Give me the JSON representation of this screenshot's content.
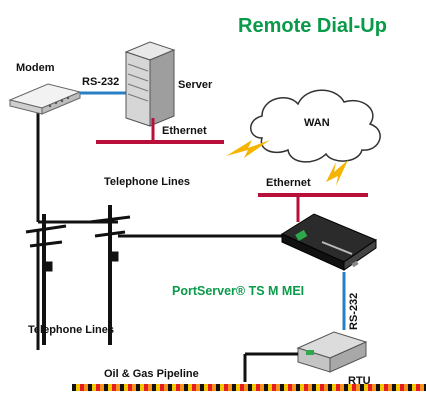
{
  "title": "Remote Dial-Up",
  "labels": {
    "modem": "Modem",
    "rs232_top": "RS-232",
    "server": "Server",
    "ethernet_server": "Ethernet",
    "wan": "WAN",
    "ethernet_portserver": "Ethernet",
    "telephone_lines_top": "Telephone Lines",
    "telephone_lines_bottom": "Telephone Lines",
    "portserver": "PortServer® TS M MEI",
    "rs232_vertical": "RS-232",
    "pipeline": "Oil & Gas Pipeline",
    "rtu": "RTU"
  },
  "colors": {
    "title_green": "#0a9a4a",
    "ethernet_line": "#b8103a",
    "serial_line": "#2a7fc4",
    "phone_line": "#111111",
    "lightning": "#f4b400",
    "pipeline_colors": [
      "#e31b23",
      "#f7941d",
      "#111111",
      "#f2c700"
    ]
  }
}
